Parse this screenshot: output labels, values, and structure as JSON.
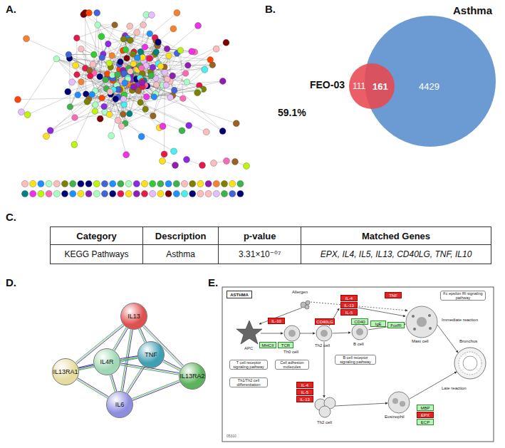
{
  "diagram": {
    "nodes": [
      {
        "text": [
          "FEO-03",
          "111"
        ]
      },
      {
        "text": [
          "Asthma",
          "4429"
        ]
      },
      {
        "text": [
          "IL13"
        ]
      },
      {
        "text": [
          "IL13RA1"
        ]
      },
      {
        "text": [
          "IL4R"
        ]
      },
      {
        "text": [
          "TNF"
        ]
      },
      {
        "text": [
          "IL13RA2"
        ]
      },
      {
        "text": [
          "IL6"
        ]
      },
      {
        "text": [
          "ASTHMA"
        ]
      },
      {
        "text": [
          "IL-10"
        ]
      },
      {
        "text": [
          "MHCII"
        ]
      },
      {
        "text": [
          "TCR"
        ]
      },
      {
        "text": [
          "IL-4"
        ]
      },
      {
        "text": [
          "IL-13"
        ]
      },
      {
        "text": [
          "IL-5"
        ]
      },
      {
        "text": [
          "CD40LG"
        ]
      },
      {
        "text": [
          "CD40"
        ]
      },
      {
        "text": [
          "IgE"
        ]
      },
      {
        "text": [
          "FcεRI"
        ]
      },
      {
        "text": [
          "TNF"
        ]
      },
      {
        "text": [
          "IL-4"
        ]
      },
      {
        "text": [
          "IL-5"
        ]
      },
      {
        "text": [
          "IL-13"
        ]
      },
      {
        "text": [
          "EPX"
        ]
      },
      {
        "text": [
          "MBP"
        ]
      },
      {
        "text": [
          "ECP"
        ]
      }
    ],
    "edges": [
      {
        "from": 2,
        "to": 3,
        "arrow": "none"
      },
      {
        "from": 2,
        "to": 4,
        "arrow": "none"
      },
      {
        "from": 2,
        "to": 5,
        "arrow": "none"
      },
      {
        "from": 2,
        "to": 6,
        "arrow": "none"
      },
      {
        "from": 2,
        "to": 7,
        "arrow": "none"
      },
      {
        "from": 3,
        "to": 4,
        "arrow": "none"
      },
      {
        "from": 3,
        "to": 5,
        "arrow": "none"
      },
      {
        "from": 3,
        "to": 7,
        "arrow": "none"
      },
      {
        "from": 4,
        "to": 5,
        "arrow": "none"
      },
      {
        "from": 4,
        "to": 6,
        "arrow": "none"
      },
      {
        "from": 4,
        "to": 7,
        "arrow": "none"
      },
      {
        "from": 5,
        "to": 6,
        "arrow": "none"
      },
      {
        "from": 5,
        "to": 7,
        "arrow": "none"
      },
      {
        "from": 6,
        "to": 7,
        "arrow": "none"
      }
    ],
    "labels": [
      "A.",
      "B.",
      "C.",
      "D.",
      "E.",
      "161",
      "59.1%",
      "Category",
      "Description",
      "p-value",
      "Matched Genes",
      "KEGG Pathways",
      "Asthma",
      "3.31×10⁻⁰⁷",
      "EPX, IL4, IL5, IL13, CD40LG, TNF, IL10",
      "Allergen",
      "APC",
      "Th0 cell",
      "Th2 cell",
      "B cell",
      "Mast cell",
      "Eosinophil",
      "Bronchus",
      "Immediate reaction",
      "Late reaction",
      "T cell receptor signaling pathway",
      "Cell adhesion molecules",
      "B cell receptor signaling pathway",
      "Fc epsilon RI signaling pathway",
      "Th1/Th2 cell differentiation",
      "Th2 cell",
      "05310"
    ]
  }
}
